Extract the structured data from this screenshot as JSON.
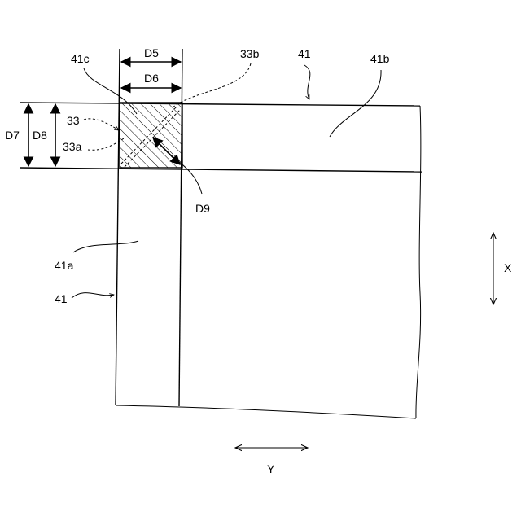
{
  "labels": {
    "d5": "D5",
    "d6": "D6",
    "d7": "D7",
    "d8": "D8",
    "d9": "D9",
    "ref_41_top": "41",
    "ref_41_left": "41",
    "ref_41a": "41a",
    "ref_41b": "41b",
    "ref_41c": "41c",
    "ref_33": "33",
    "ref_33a": "33a",
    "ref_33b": "33b",
    "axis_x": "X",
    "axis_y": "Y"
  }
}
